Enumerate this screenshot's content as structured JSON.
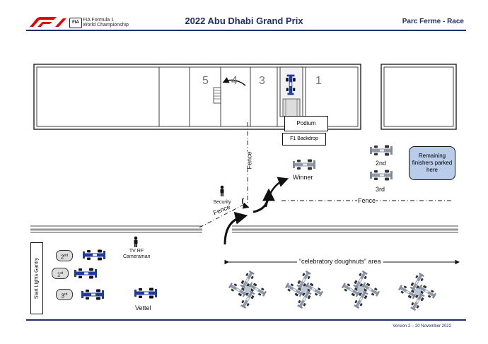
{
  "header": {
    "logo_line1": "FIA Formula 1",
    "logo_line2": "World Championship",
    "title": "2022 Abu Dhabi Grand Prix",
    "section": "Parc Ferme - Race"
  },
  "garage": {
    "zones": [
      "5",
      "4",
      "3",
      "1"
    ],
    "podium_label": "Podium",
    "backdrop_label": "F1 Backdrop"
  },
  "labels": {
    "fence_vertical": "Fence",
    "fence_diagonal": "Fence",
    "fence_horizontal": "Fence",
    "security": "Security",
    "winner": "Winner",
    "second": "2nd",
    "third": "3rd",
    "remaining": "Remaining finishers parked here",
    "tv": "TV RF Cameraman",
    "doughnuts": "“celebratory doughnuts” area",
    "start_gantry": "Start Lights Gantry",
    "vettel": "Vettel"
  },
  "grid_positions": [
    {
      "num": "2",
      "suffix": "nd"
    },
    {
      "num": "1",
      "suffix": "st"
    },
    {
      "num": "3",
      "suffix": "rd"
    }
  ],
  "footer": {
    "version": "Version 2 – 20 November 2022"
  },
  "colors": {
    "brand_red": "#e10600",
    "navy": "#1f2d6b",
    "note_fill": "#b9cdea",
    "car_blue": "#1e3aa0"
  }
}
